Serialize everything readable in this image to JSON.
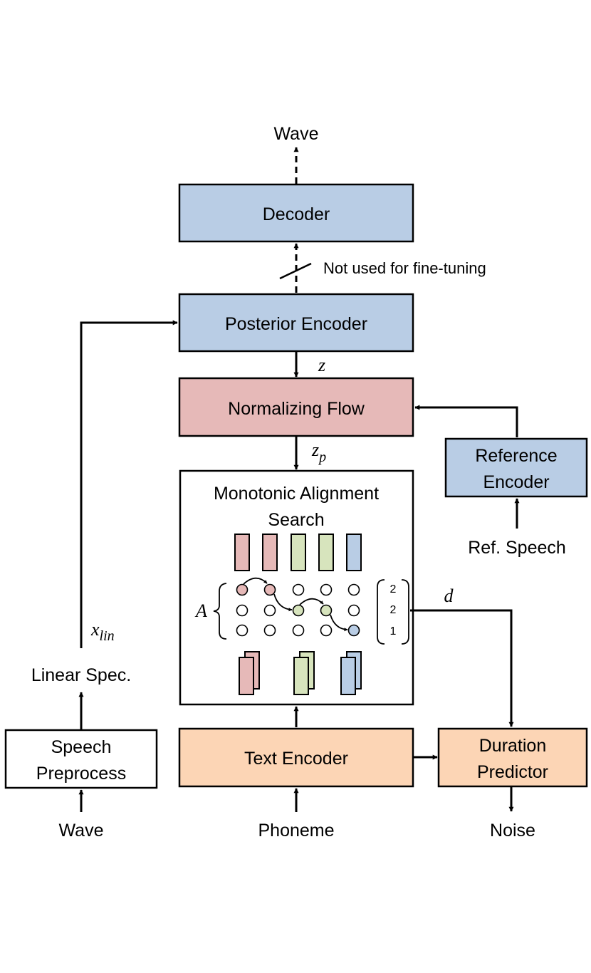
{
  "colors": {
    "blue": "#b9cde5",
    "red": "#e6b9b8",
    "green": "#d7e4bd",
    "orange": "#fcd5b5",
    "white": "#ffffff",
    "stroke": "#000000"
  },
  "labels": {
    "wave_top": "Wave",
    "decoder": "Decoder",
    "not_used": "Not used for fine-tuning",
    "posterior_encoder": "Posterior Encoder",
    "z": "z",
    "normalizing_flow": "Normalizing Flow",
    "zp_base": "z",
    "zp_sub": "p",
    "reference_encoder_line1": "Reference",
    "reference_encoder_line2": "Encoder",
    "ref_speech": "Ref. Speech",
    "mas_line1": "Monotonic Alignment",
    "mas_line2": "Search",
    "A": "A",
    "d": "d",
    "xlin_base": "x",
    "xlin_sub": "lin",
    "linear_spec": "Linear Spec.",
    "speech_preprocess_line1": "Speech",
    "speech_preprocess_line2": "Preprocess",
    "wave_bottom": "Wave",
    "text_encoder": "Text Encoder",
    "phoneme": "Phoneme",
    "duration_predictor_line1": "Duration",
    "duration_predictor_line2": "Predictor",
    "noise": "Noise"
  },
  "alignment": {
    "durations": [
      "2",
      "2",
      "1"
    ],
    "top_bar_colors": [
      "red",
      "red",
      "green",
      "green",
      "blue"
    ],
    "bottom_stack_colors": [
      "red",
      "green",
      "blue"
    ],
    "matrix_rows": 3,
    "matrix_cols": 5,
    "highlighted_path": [
      {
        "row": 0,
        "col": 0,
        "color": "red"
      },
      {
        "row": 0,
        "col": 1,
        "color": "red"
      },
      {
        "row": 1,
        "col": 2,
        "color": "green"
      },
      {
        "row": 1,
        "col": 3,
        "color": "green"
      },
      {
        "row": 2,
        "col": 4,
        "color": "blue"
      }
    ]
  }
}
